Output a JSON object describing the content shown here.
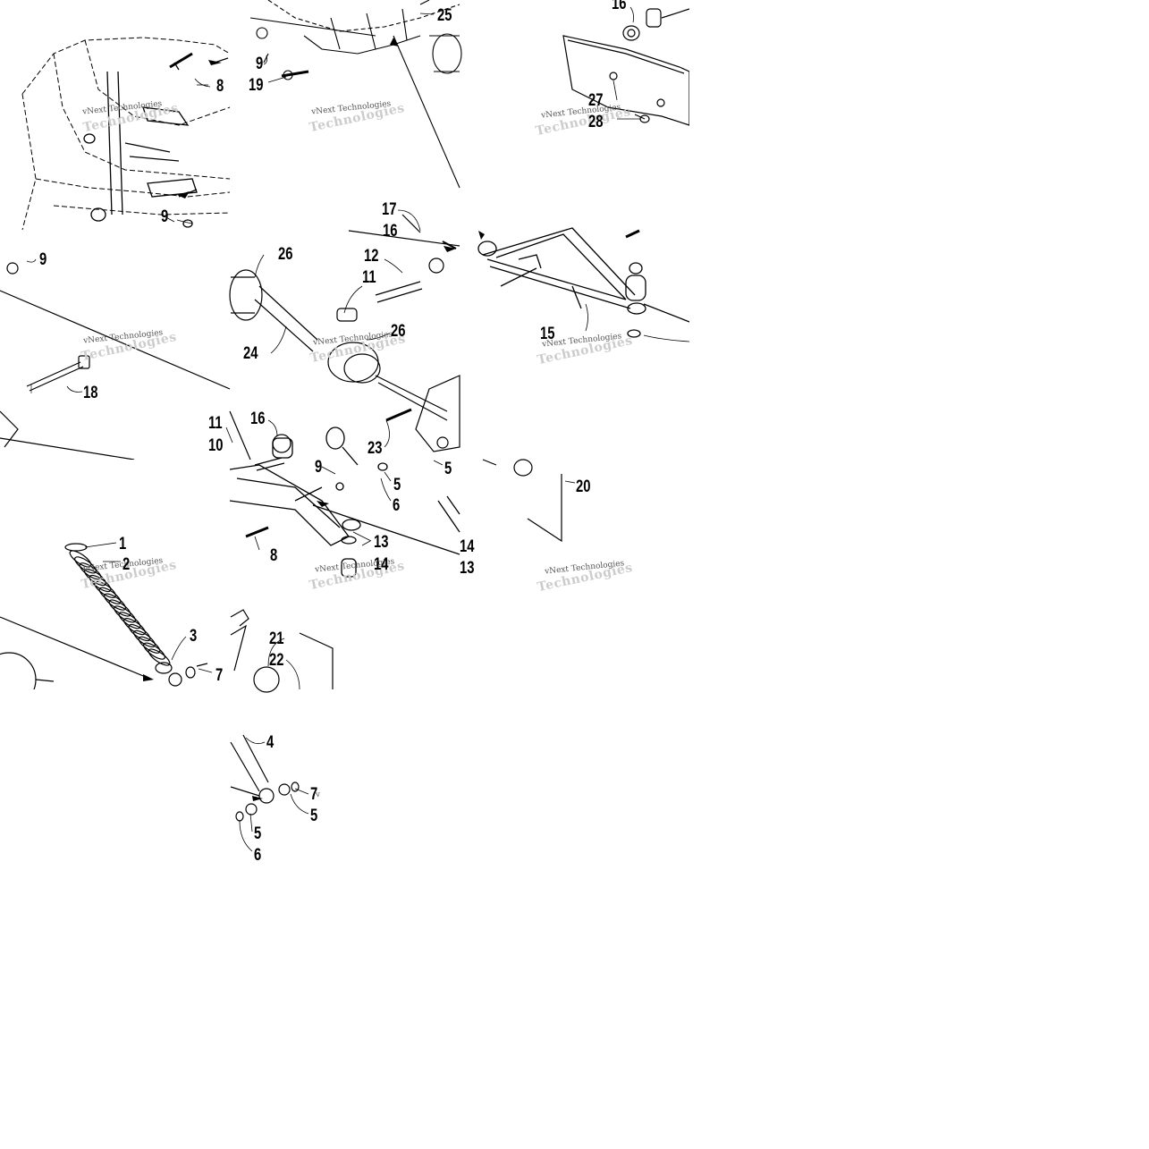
{
  "watermark": {
    "line1": "vNext Technologies",
    "line2": "Technologies",
    "fragment": "v"
  },
  "callouts": {
    "c1": "1",
    "c2": "2",
    "c3": "3",
    "c4": "4",
    "c5a": "5",
    "c5b": "5",
    "c5c": "5",
    "c5d": "5",
    "c6a": "6",
    "c6b": "6",
    "c7a": "7",
    "c7b": "7",
    "c8a": "8",
    "c8b": "8",
    "c9a": "9",
    "c9b": "9",
    "c9c": "9",
    "c9d": "9",
    "c10": "10",
    "c11a": "11",
    "c11b": "11",
    "c12": "12",
    "c13a": "13",
    "c13b": "13",
    "c14a": "14",
    "c14b": "14",
    "c15": "15",
    "c16a": "16",
    "c16b": "16",
    "c16c": "16",
    "c17": "17",
    "c18": "18",
    "c19": "19",
    "c20": "20",
    "c21": "21",
    "c22": "22",
    "c23": "23",
    "c24": "24",
    "c25": "25",
    "c26a": "26",
    "c26b": "26",
    "c27": "27",
    "c28": "28"
  }
}
